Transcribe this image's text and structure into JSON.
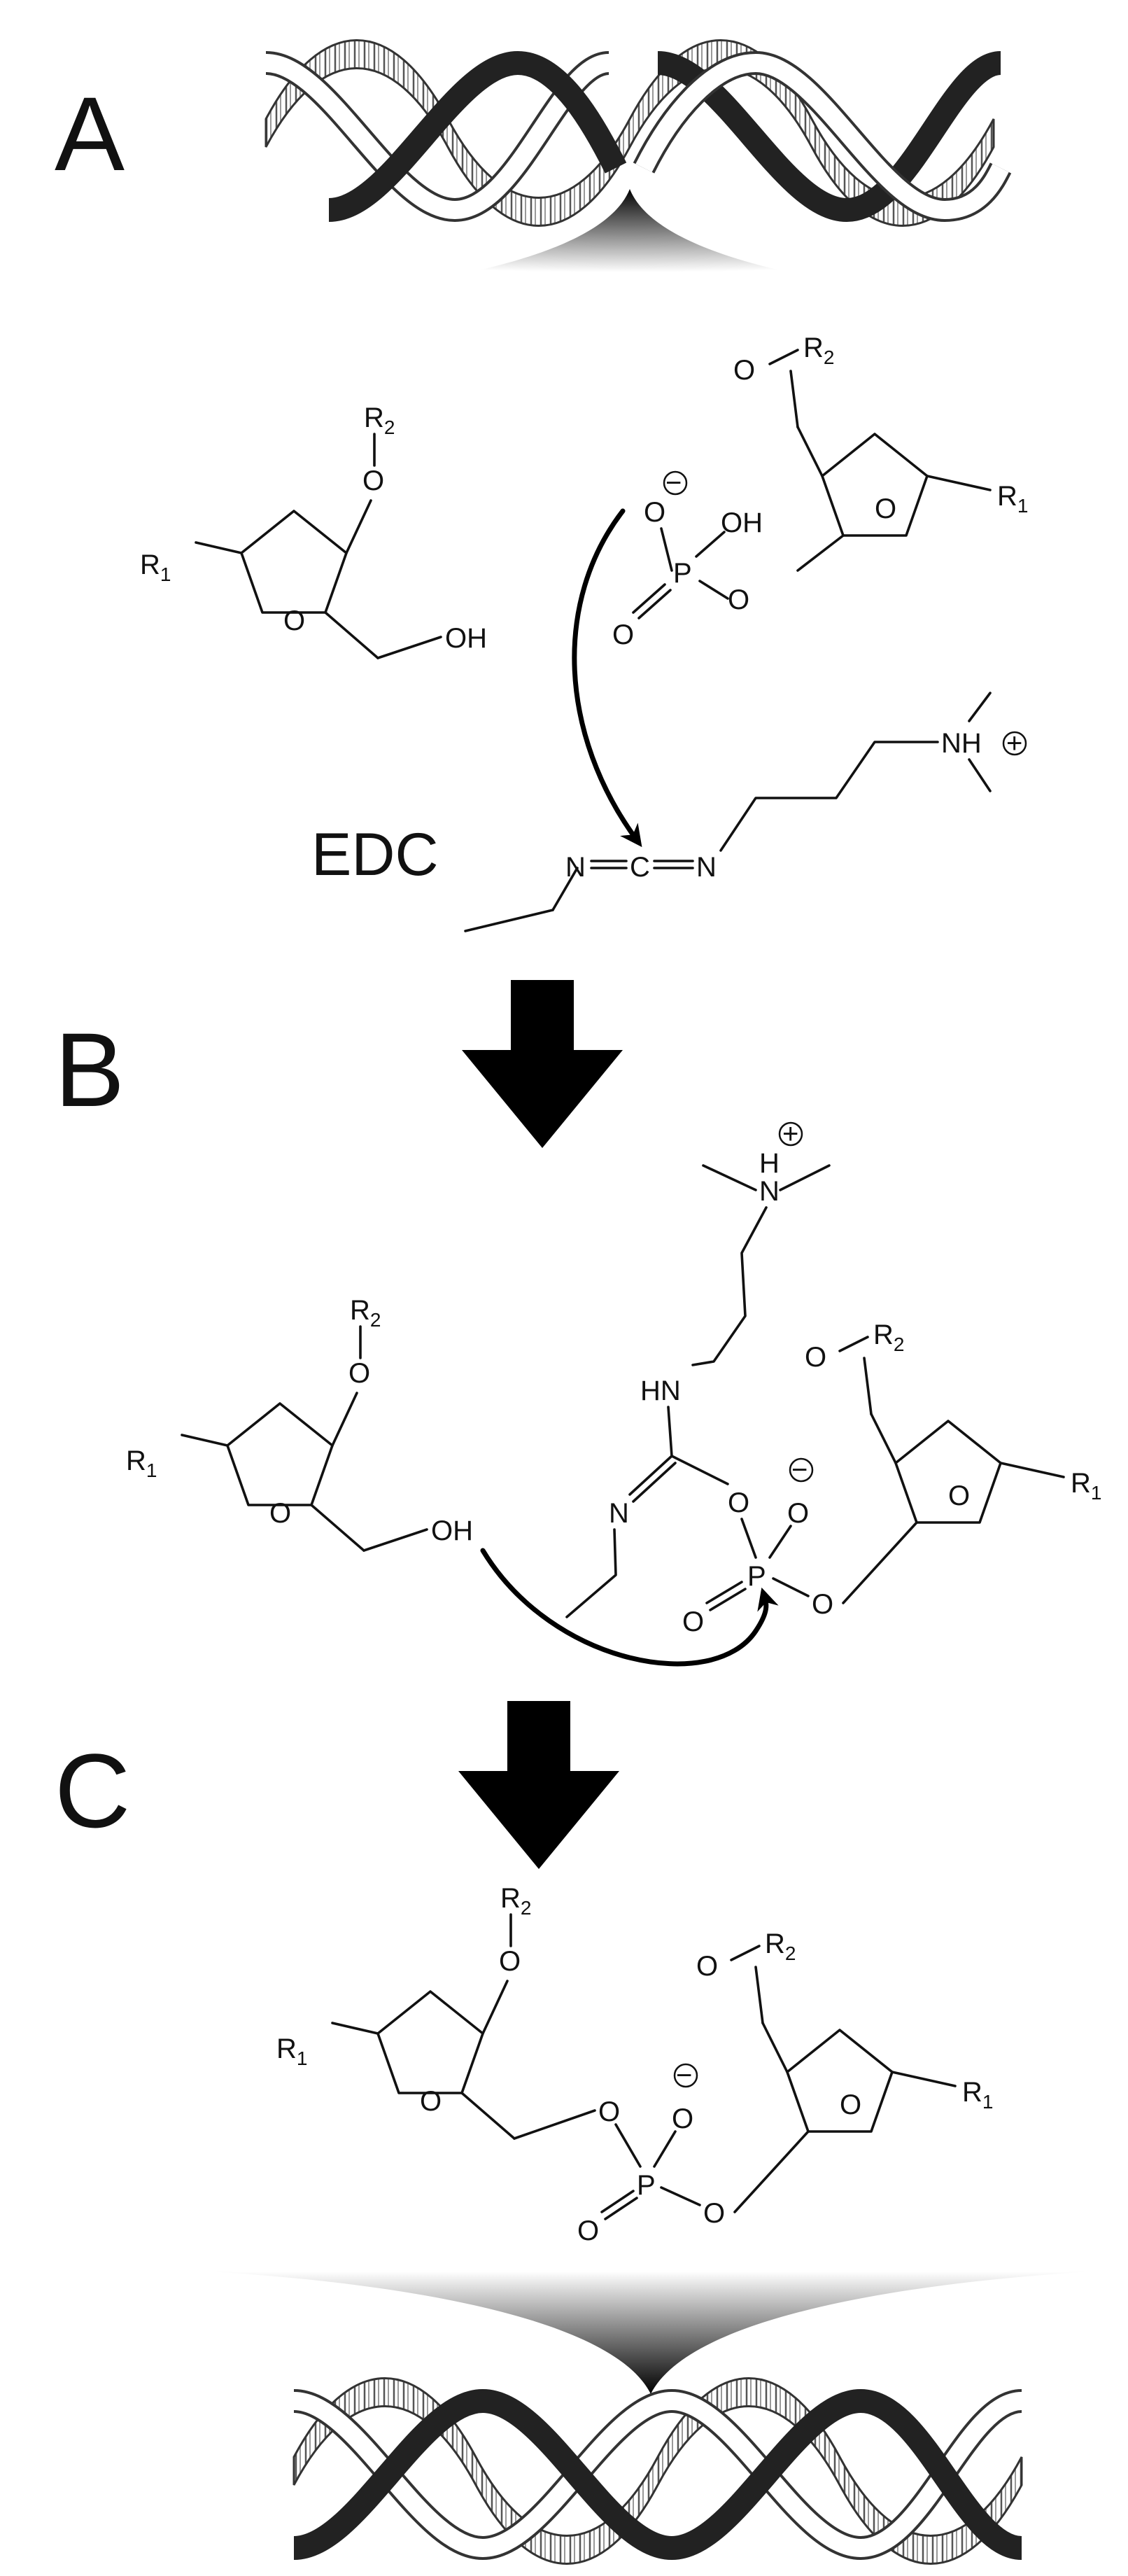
{
  "panels": {
    "a": "A",
    "b": "B",
    "c": "C"
  },
  "reagent": "EDC",
  "atoms": {
    "r1": "R",
    "r2": "R",
    "sub1": "1",
    "sub2": "2",
    "o": "O",
    "oh": "OH",
    "p": "P",
    "n": "N",
    "c": "C",
    "nh": "NH",
    "hn": "HN",
    "h": "H",
    "plus": "+",
    "minus": "−"
  }
}
